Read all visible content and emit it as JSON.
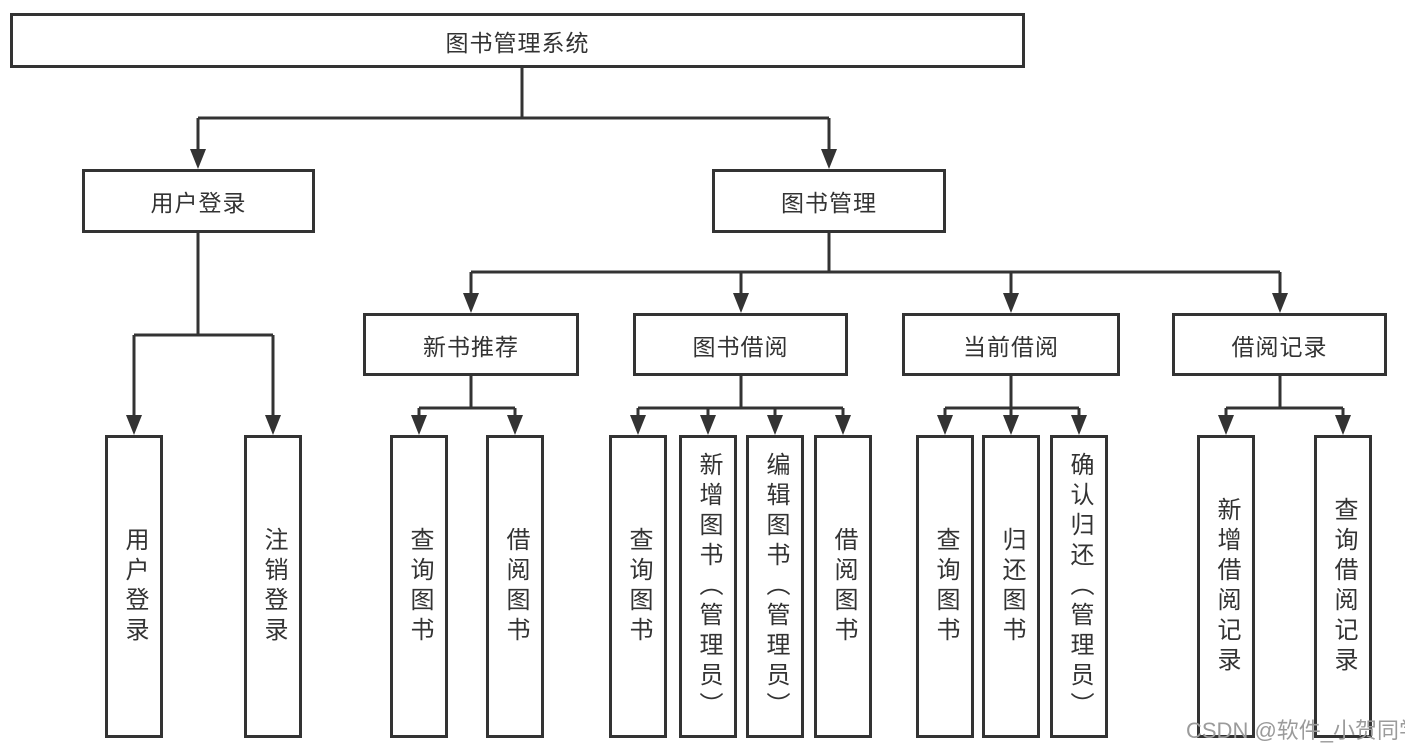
{
  "title": {
    "label": "图书管理系统"
  },
  "level2": [
    {
      "label": "用户登录"
    },
    {
      "label": "图书管理"
    }
  ],
  "level3": [
    {
      "label": "新书推荐",
      "parent": "图书管理"
    },
    {
      "label": "图书借阅",
      "parent": "图书管理"
    },
    {
      "label": "当前借阅",
      "parent": "图书管理"
    },
    {
      "label": "借阅记录",
      "parent": "图书管理"
    }
  ],
  "leaves": [
    {
      "label": "用户登录",
      "parent": "用户登录"
    },
    {
      "label": "注销登录",
      "parent": "用户登录"
    },
    {
      "label": "查询图书",
      "parent": "新书推荐"
    },
    {
      "label": "借阅图书",
      "parent": "新书推荐"
    },
    {
      "label": "查询图书",
      "parent": "图书借阅"
    },
    {
      "label": "新增图书（管理员）",
      "parent": "图书借阅"
    },
    {
      "label": "编辑图书（管理员）",
      "parent": "图书借阅"
    },
    {
      "label": "借阅图书",
      "parent": "图书借阅"
    },
    {
      "label": "查询图书",
      "parent": "当前借阅"
    },
    {
      "label": "归还图书",
      "parent": "当前借阅"
    },
    {
      "label": "确认归还（管理员）",
      "parent": "当前借阅"
    },
    {
      "label": "新增借阅记录",
      "parent": "借阅记录"
    },
    {
      "label": "查询借阅记录",
      "parent": "借阅记录"
    }
  ],
  "watermark": {
    "text": "CSDN @软件_小贺同学"
  },
  "colors": {
    "line": "#333333",
    "text": "#333333",
    "watermark": "#9b9b9b",
    "background": "#ffffff"
  }
}
